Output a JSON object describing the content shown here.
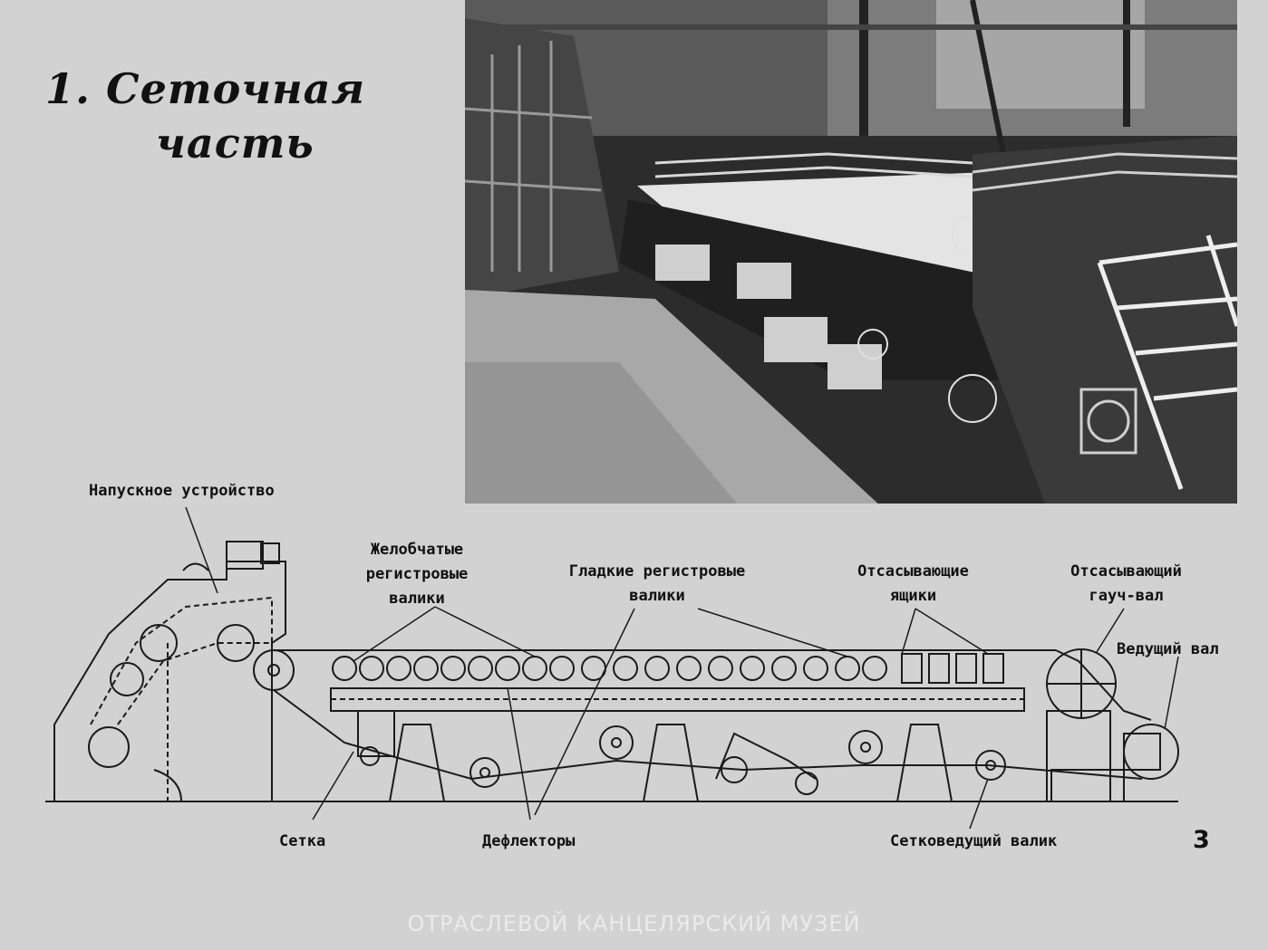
{
  "title": {
    "line1": "1. Сеточная",
    "line2": "часть"
  },
  "labels": {
    "headbox": "Напускное устройство",
    "grooved_rolls": [
      "Желобчатые",
      "регистровые",
      "валики"
    ],
    "smooth_rolls": [
      "Гладкие регистровые",
      "валики"
    ],
    "suction_boxes": [
      "Отсасывающие",
      "ящики"
    ],
    "couch_roll": [
      "Отсасывающий",
      "гауч-вал"
    ],
    "drive_roll": "Ведущий вал",
    "wire": "Сетка",
    "deflectors": "Дефлекторы",
    "wire_guide_roll": "Сетковедущий валик"
  },
  "page_number": "3",
  "watermark": "ОТРАСЛЕВОЙ КАНЦЕЛЯРСКИЙ МУЗЕЙ"
}
